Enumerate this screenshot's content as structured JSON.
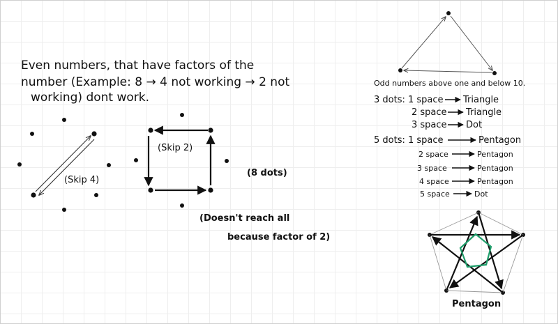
{
  "note": {
    "line1": "Even numbers, that have factors of the",
    "line2": "number (Example: 8 → 4 not working → 2 not",
    "line3": "working) dont work."
  },
  "octagon": {
    "skip4_label": "(Skip 4)",
    "skip2_label": "(Skip 2)",
    "dots_label": "(8 dots)",
    "reason_line1": "(Doesn't reach all",
    "reason_line2": "because factor of 2)"
  },
  "odd": {
    "heading": "Odd numbers above one and below 10.",
    "three_dots": "3 dots: 1 space",
    "t1": "Triangle",
    "t2_space": "2 space",
    "t2": "Triangle",
    "t3_space": "3 space",
    "t3": "Dot",
    "five_dots": "5 dots: 1 space",
    "p1": "Pentagon",
    "p2_space": "2 space",
    "p2": "Pentagon",
    "p3_space": "3 space",
    "p3": "Pentagon",
    "p4_space": "4 space",
    "p4": "Pentagon",
    "p5_space": "5 space",
    "p5": "Dot"
  },
  "star": {
    "label": "Pentagon"
  },
  "colors": {
    "ink": "#111111",
    "pentagon_green": "#1f9e6b",
    "arrow_gray": "#666666"
  }
}
